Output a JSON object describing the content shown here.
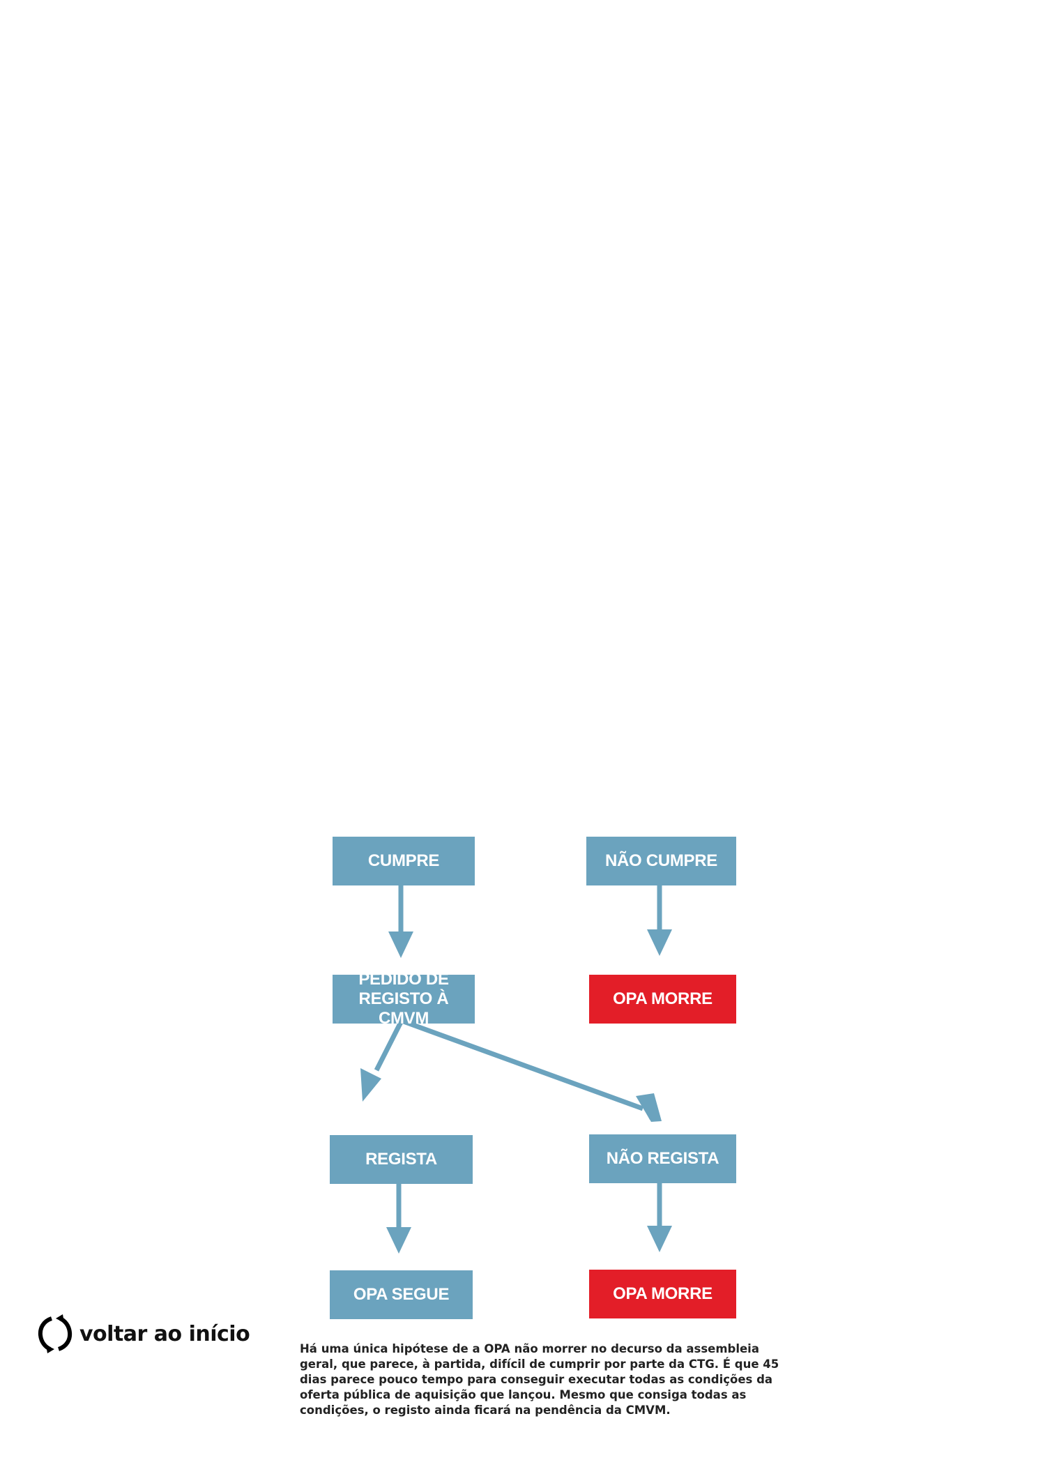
{
  "diagram": {
    "nodes": {
      "cumpre": {
        "label": "CUMPRE"
      },
      "nao_cumpre": {
        "label": "NÃO CUMPRE"
      },
      "pedido_line1": {
        "label": "PEDIDO DE"
      },
      "pedido_line2": {
        "label": "REGISTO À CMVM"
      },
      "opa_morre_1": {
        "label": "OPA MORRE"
      },
      "regista": {
        "label": "REGISTA"
      },
      "nao_regista": {
        "label": "NÃO REGISTA"
      },
      "opa_segue": {
        "label": "OPA SEGUE"
      },
      "opa_morre_2": {
        "label": "OPA MORRE"
      }
    },
    "edges": [
      {
        "from": "cumpre",
        "to": "pedido"
      },
      {
        "from": "nao_cumpre",
        "to": "opa_morre_1"
      },
      {
        "from": "pedido",
        "to": "regista"
      },
      {
        "from": "pedido",
        "to": "nao_regista"
      },
      {
        "from": "regista",
        "to": "opa_segue"
      },
      {
        "from": "nao_regista",
        "to": "opa_morre_2"
      }
    ],
    "colors": {
      "box_blue": "#6ba3be",
      "box_red": "#e31e28",
      "arrow": "#6ba3be"
    }
  },
  "back_link": {
    "label": "voltar ao início",
    "icon": "refresh-icon"
  },
  "note": {
    "text": "Há uma única hipótese de a OPA não morrer no decurso da assembleia geral, que parece, à partida, difícil de cumprir por parte da CTG. É que 45 dias parece pouco tempo para conseguir executar todas as condições da oferta pública de aquisição que lançou. Mesmo que consiga todas as condições, o registo ainda ficará na pendência da CMVM."
  }
}
